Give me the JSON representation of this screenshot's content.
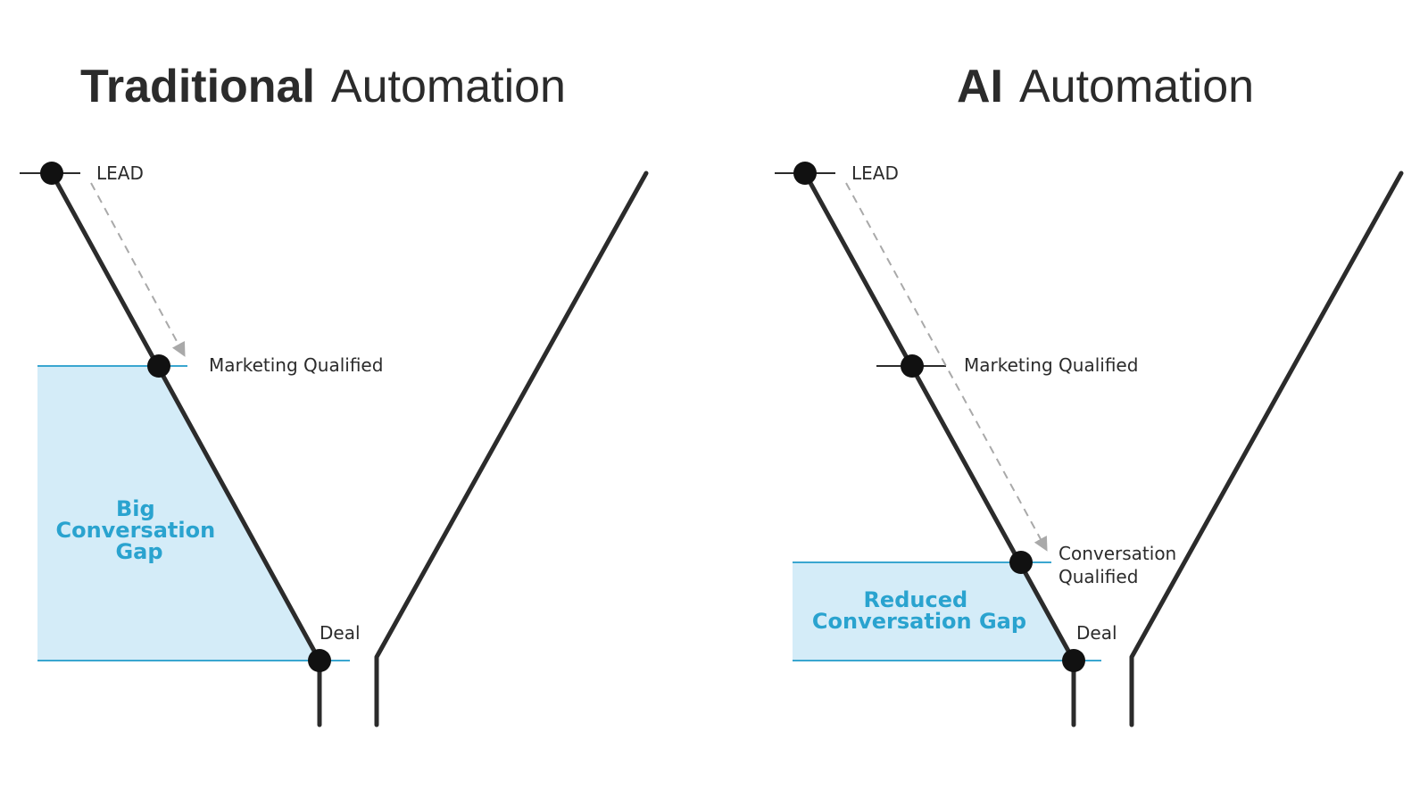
{
  "left_panel": {
    "title_bold": "Traditional",
    "title_regular": "Automation",
    "stages": {
      "lead": "LEAD",
      "marketing_qualified": "Marketing Qualified",
      "deal": "Deal"
    },
    "gap_label": [
      "Big",
      "Conversation",
      "Gap"
    ]
  },
  "right_panel": {
    "title_bold": "AI",
    "title_regular": "Automation",
    "stages": {
      "lead": "LEAD",
      "marketing_qualified": "Marketing Qualified",
      "conversation_qualified": [
        "Conversation",
        "Qualified"
      ],
      "deal": "Deal"
    },
    "gap_label": [
      "Reduced",
      "Conversation Gap"
    ]
  },
  "colors": {
    "gap_fill": "#d4ecf8",
    "gap_line": "#3aa6d0",
    "gap_text": "#2aa3cf",
    "funnel_line": "#2b2b2b",
    "dot": "#111111",
    "dashed_arrow": "#a9a9a9"
  }
}
